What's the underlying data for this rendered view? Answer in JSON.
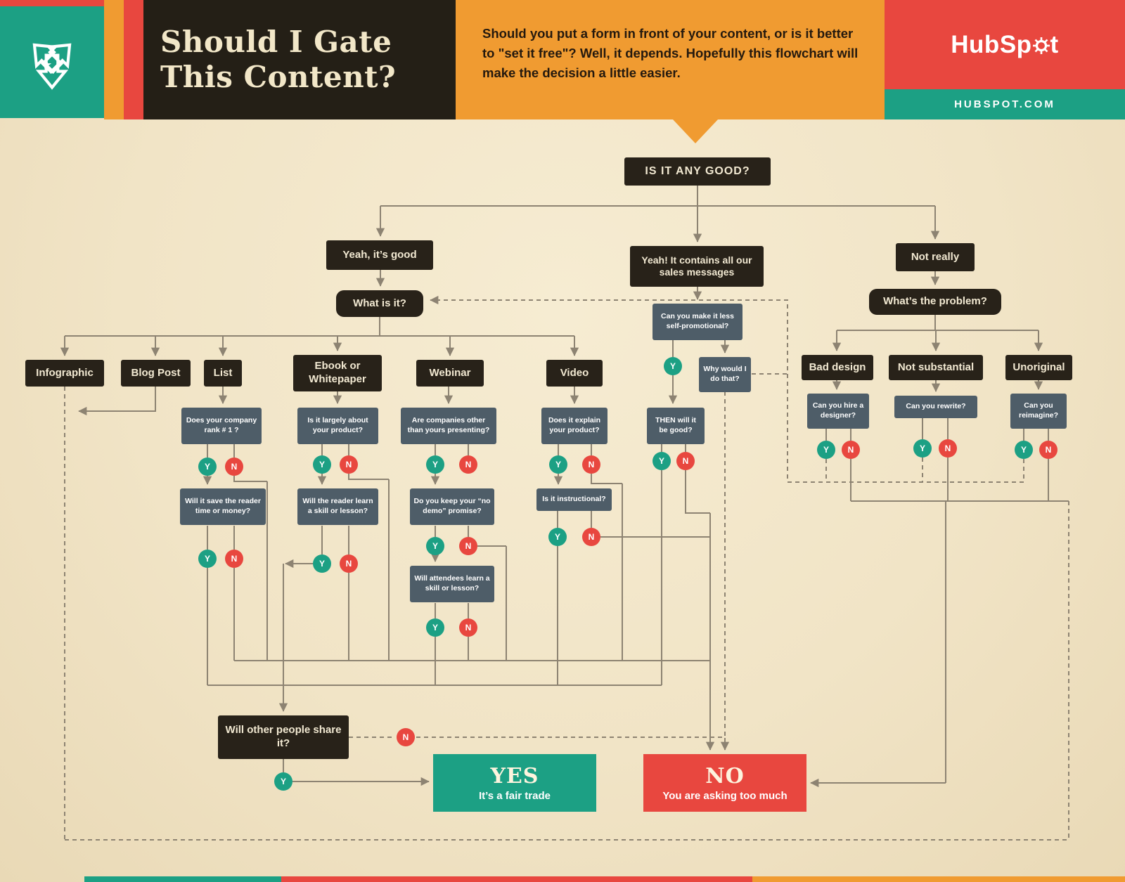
{
  "header": {
    "title": "Should I Gate This Content?",
    "intro": "Should you put a form in front of your content, or is it better to \"set it free\"? Well, it depends. Hopefully this flowchart will make the decision a little easier.",
    "brand_parts": [
      "HubSp",
      "t"
    ],
    "site": "HUBSPOT.COM"
  },
  "labels": {
    "yes": "Y",
    "no": "N"
  },
  "colors": {
    "teal": "#1ca084",
    "red": "#e8473f",
    "orange": "#f09b31",
    "dark": "#282219",
    "slate": "#4e5d68",
    "line": "#8d8372",
    "cream": "#f1e4c6"
  },
  "flow": {
    "root": "IS IT ANY GOOD?",
    "good": "Yeah, it’s good",
    "sales": "Yeah! It contains all our sales messages",
    "not_really": "Not really",
    "what_is_it": "What is it?",
    "whats_problem": "What’s the problem?",
    "cat_infographic": "Infographic",
    "cat_blog": "Blog Post",
    "cat_list": "List",
    "cat_ebook": "Ebook or Whitepaper",
    "cat_webinar": "Webinar",
    "cat_video": "Video",
    "prob_design": "Bad design",
    "prob_substantial": "Not substantial",
    "prob_unoriginal": "Unoriginal",
    "q_rank": "Does your company rank # 1 ?",
    "q_save": "Will it save the reader time or money?",
    "q_largely": "Is it largely about your product?",
    "q_learn": "Will the reader learn a skill or lesson?",
    "q_companies": "Are companies other than yours presenting?",
    "q_nodemo": "Do you keep your “no demo” promise?",
    "q_attendees": "Will attendees learn a skill or lesson?",
    "q_explain": "Does it explain your product?",
    "q_instructional": "Is it instructional?",
    "q_promo": "Can you make it less self-promotional?",
    "q_why": "Why would I do that?",
    "q_then": "THEN will it be good?",
    "q_designer": "Can you hire a designer?",
    "q_rewrite": "Can you rewrite?",
    "q_reimagine": "Can you reimagine?",
    "q_share": "Will other people share it?",
    "yes_title": "YES",
    "yes_sub": "It’s a fair trade",
    "no_title": "NO",
    "no_sub": "You are asking too much"
  }
}
